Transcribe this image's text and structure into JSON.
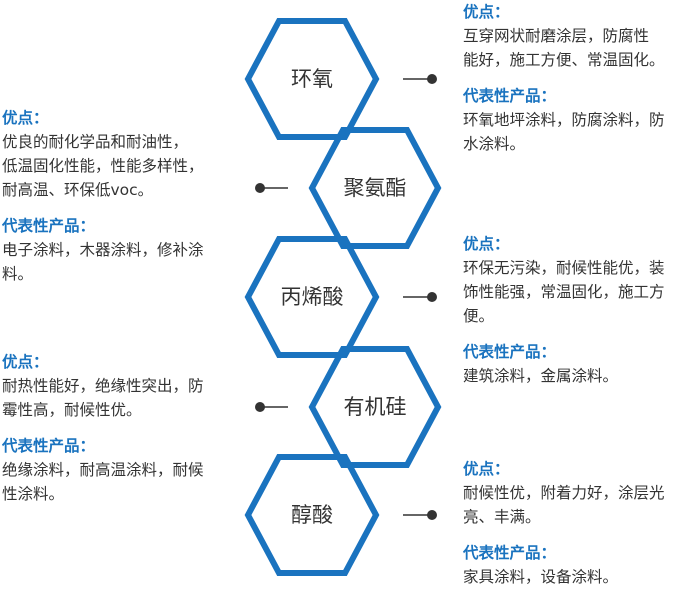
{
  "colors": {
    "accent": "#1a73bf",
    "text": "#333333",
    "connector": "#333333"
  },
  "labels": {
    "advantages": "优点：",
    "products": "代表性产品："
  },
  "hexagons": [
    {
      "name": "环氧"
    },
    {
      "name": "聚氨酯"
    },
    {
      "name": "丙烯酸"
    },
    {
      "name": "有机硅"
    },
    {
      "name": "醇酸"
    }
  ],
  "blocks": [
    {
      "id": "epoxy",
      "advantages": [
        "互穿网状耐磨涂层，防腐性",
        "能好，施工方便、常温固化。"
      ],
      "products": [
        "环氧地坪涂料，防腐涂料，防",
        "水涂料。"
      ]
    },
    {
      "id": "polyurethane",
      "advantages": [
        "优良的耐化学品和耐油性，",
        "低温固化性能，性能多样性，",
        "耐高温、环保低voc。"
      ],
      "products": [
        "电子涂料，木器涂料，修补涂",
        "料。"
      ]
    },
    {
      "id": "acrylic",
      "advantages": [
        "环保无污染，耐候性能优，装",
        "饰性能强，常温固化，施工方",
        "便。"
      ],
      "products": [
        "建筑涂料，金属涂料。"
      ]
    },
    {
      "id": "silicone",
      "advantages": [
        "耐热性能好，绝缘性突出，防",
        "霉性高，耐候性优。"
      ],
      "products": [
        "绝缘涂料，耐高温涂料，耐候",
        "性涂料。"
      ]
    },
    {
      "id": "alkyd",
      "advantages": [
        "耐候性优，附着力好，涂层光",
        "亮、丰满。"
      ],
      "products": [
        "家具涂料，设备涂料。"
      ]
    }
  ]
}
